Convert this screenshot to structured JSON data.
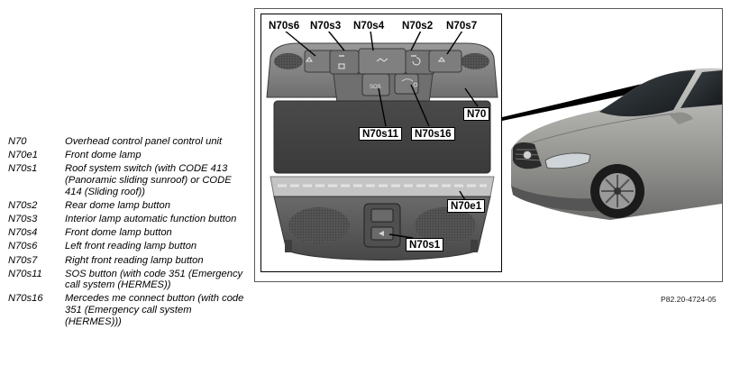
{
  "legend": [
    {
      "code": "N70",
      "desc": "Overhead control panel control unit"
    },
    {
      "code": "N70e1",
      "desc": "Front dome lamp"
    },
    {
      "code": "N70s1",
      "desc": "Roof system switch (with CODE 413 (Panoramic sliding sunroof) or CODE 414 (Sliding roof))"
    },
    {
      "code": "N70s2",
      "desc": "Rear dome lamp button"
    },
    {
      "code": "N70s3",
      "desc": "Interior lamp automatic function button"
    },
    {
      "code": "N70s4",
      "desc": "Front dome lamp button"
    },
    {
      "code": "N70s6",
      "desc": "Left front reading lamp button"
    },
    {
      "code": "N70s7",
      "desc": "Right front reading lamp button"
    },
    {
      "code": "N70s11",
      "desc": "SOS button (with code 351 (Emergency call system (HERMES))"
    },
    {
      "code": "N70s16",
      "desc": "Mercedes me connect button (with code 351 (Emergency call system (HERMES)))"
    }
  ],
  "callouts": {
    "n70s6": "N70s6",
    "n70s3": "N70s3",
    "n70s4": "N70s4",
    "n70s2": "N70s2",
    "n70s7": "N70s7",
    "n70": "N70",
    "n70s11": "N70s11",
    "n70s16": "N70s16",
    "n70e1": "N70e1",
    "n70s1": "N70s1"
  },
  "panel_text": {
    "sos": "SOS"
  },
  "reference": "P82.20-4724-05"
}
